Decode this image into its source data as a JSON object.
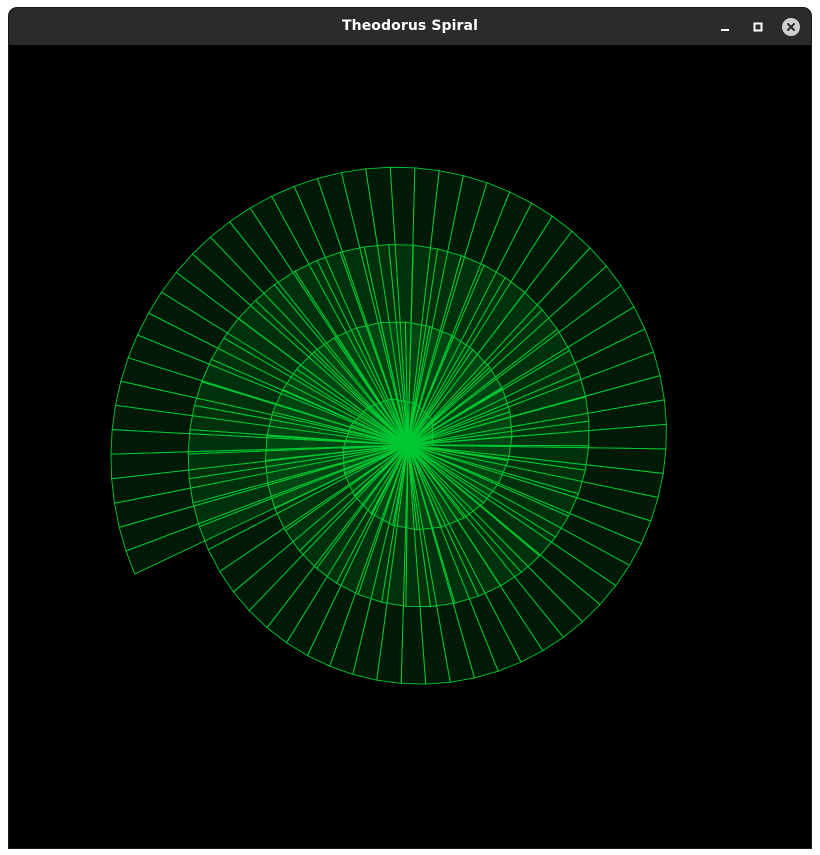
{
  "window": {
    "title": "Theodorus Spiral",
    "controls": [
      "minimize-icon",
      "maximize-icon",
      "close-icon"
    ]
  },
  "canvas": {
    "background": "#000000",
    "spiral": {
      "type": "spiral-of-theodorus",
      "triangle_count": 150,
      "fill_color": "#00ff44",
      "fill_opacity": 0.1,
      "stroke_color": "#00c832"
    }
  }
}
